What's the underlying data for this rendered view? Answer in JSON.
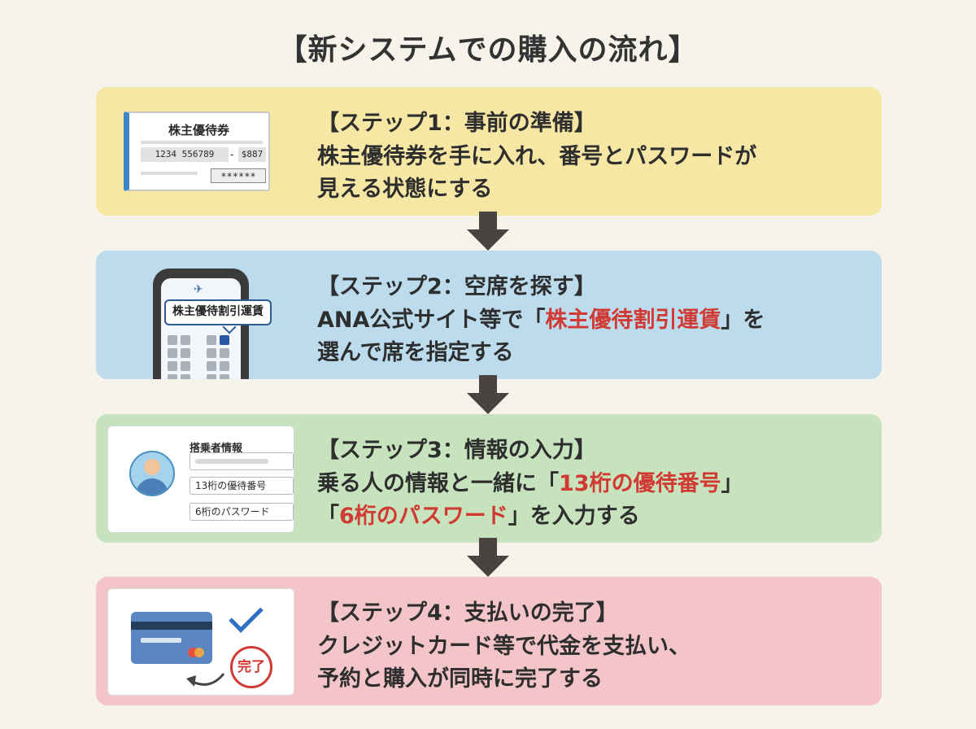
{
  "title": "【新システムでの購入の流れ】",
  "colors": {
    "step1_bg": "#f6e7a4",
    "step2_bg": "#bcdcee",
    "step3_bg": "#c7e3bd",
    "step4_bg": "#f4c5c8",
    "highlight": "#d03a33",
    "arrow": "#4a4440"
  },
  "steps": [
    {
      "heading": "【ステップ1：事前の準備】",
      "line1": "株主優待券を手に入れ、番号とパスワードが",
      "line2": "見える状態にする",
      "illustration": {
        "icon": "ticket-icon",
        "ticket_title": "株主優待券",
        "ticket_number": "1234 556789",
        "ticket_dash": "-",
        "ticket_sub": "$887",
        "ticket_password": "******"
      }
    },
    {
      "heading": "【ステップ2：空席を探す】",
      "line1_before": "ANA公式サイト等で「",
      "line1_highlight": "株主優待割引運賃",
      "line1_after": "」を",
      "line2": "選んで席を指定する",
      "illustration": {
        "icon": "smartphone-icon",
        "bubble_label": "株主優待割引運賃",
        "plane_icon": "✈"
      }
    },
    {
      "heading": "【ステップ3：情報の入力】",
      "line1_before": "乗る人の情報と一緒に「",
      "line1_highlight": "13桁の優待番号",
      "line1_after": "」",
      "line2_before": "「",
      "line2_highlight": "6桁のパスワード",
      "line2_after": "」を入力する",
      "illustration": {
        "icon": "user-avatar-icon",
        "form_title": "搭乗者情報",
        "field1": "13桁の優待番号",
        "field2": "6桁のパスワード"
      }
    },
    {
      "heading": "【ステップ4：支払いの完了】",
      "line1": "クレジットカード等で代金を支払い、",
      "line2": "予約と購入が同時に完了する",
      "illustration": {
        "icon": "credit-card-icon",
        "stamp_label": "完了"
      }
    }
  ]
}
